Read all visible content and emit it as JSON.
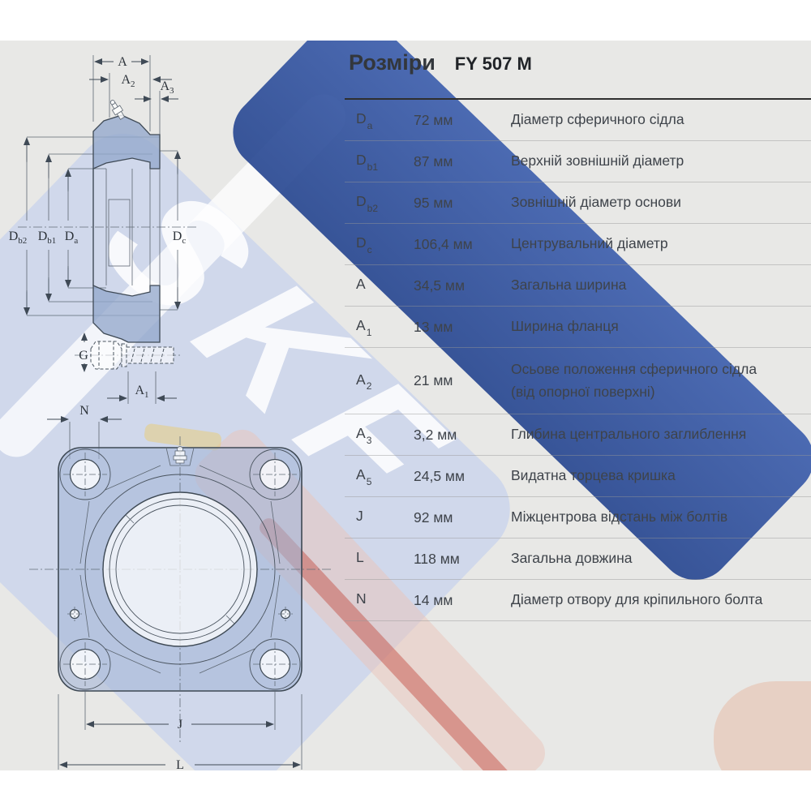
{
  "title": {
    "main": "Розміри",
    "model": "FY 507 M"
  },
  "watermark": {
    "text": "SKF",
    "dark_blue": "#2d4f9f",
    "light_blue": "#c9d3ec",
    "pink": "#eac3ba",
    "red": "#c2473c"
  },
  "colors": {
    "background": "#e8e8e6",
    "table_text": "#3e434a",
    "table_top_border": "#2f2f2f",
    "drawing_fill": "#94a8cc",
    "drawing_stroke": "#3f4a56"
  },
  "table": {
    "rows": [
      {
        "base": "D",
        "sub": "a",
        "value": "72 мм",
        "desc": "Діаметр сферичного сідла"
      },
      {
        "base": "D",
        "sub": "b1",
        "value": "87 мм",
        "desc": "Верхній зовнішній діаметр"
      },
      {
        "base": "D",
        "sub": "b2",
        "value": "95 мм",
        "desc": "Зовнішній діаметр основи"
      },
      {
        "base": "D",
        "sub": "c",
        "value": "106,4 мм",
        "desc": "Центрувальний діаметр"
      },
      {
        "base": "A",
        "sub": "",
        "value": "34,5 мм",
        "desc": "Загальна ширина"
      },
      {
        "base": "A",
        "sub": "1",
        "value": "13 мм",
        "desc": "Ширина фланця"
      },
      {
        "base": "A",
        "sub": "2",
        "value": "21 мм",
        "desc": "Осьове положення сферичного сідла",
        "desc2": "(від опорної поверхні)"
      },
      {
        "base": "A",
        "sub": "3",
        "value": "3,2 мм",
        "desc": "Глибина центрального заглиблення"
      },
      {
        "base": "A",
        "sub": "5",
        "value": "24,5 мм",
        "desc": "Видатна торцева кришка"
      },
      {
        "base": "J",
        "sub": "",
        "value": "92 мм",
        "desc": "Міжцентрова відстань між болтів"
      },
      {
        "base": "L",
        "sub": "",
        "value": "118 мм",
        "desc": "Загальна довжина"
      },
      {
        "base": "N",
        "sub": "",
        "value": "14 мм",
        "desc": "Діаметр отвору для кріпильного болта"
      }
    ]
  },
  "drawing": {
    "dims": {
      "A": "A",
      "A1b": "A",
      "A1s": "1",
      "A2b": "A",
      "A2s": "2",
      "A3b": "A",
      "A3s": "3",
      "Db2b": "D",
      "Db2s": "b2",
      "Db1b": "D",
      "Db1s": "b1",
      "Dab": "D",
      "Das": "a",
      "Dcb": "D",
      "Dcs": "c",
      "G": "G",
      "N": "N",
      "J": "J",
      "L": "L"
    }
  }
}
